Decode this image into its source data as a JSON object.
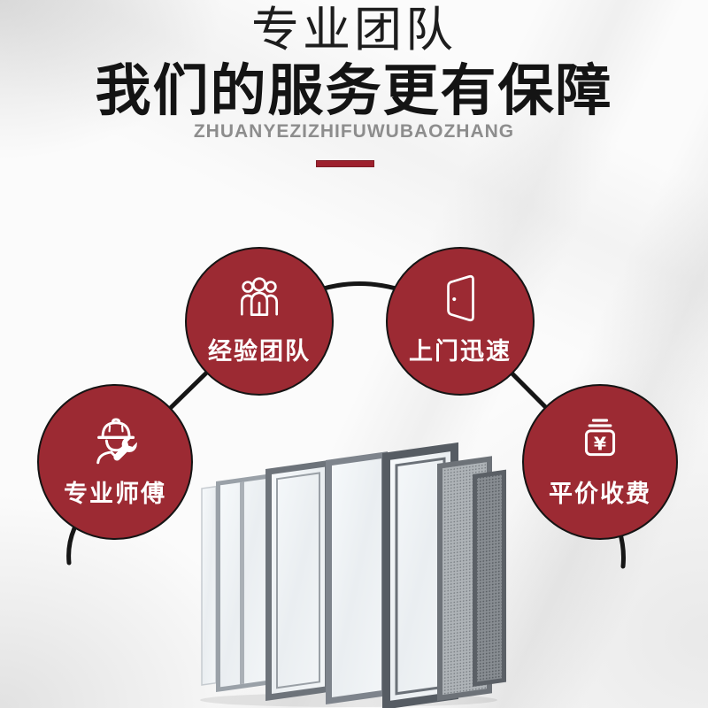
{
  "header": {
    "small_title": "专业团队",
    "main_title": "我们的服务更有保障",
    "subtitle": "ZHUANYEZIZHIFUWUBAOZHANG"
  },
  "colors": {
    "badge_red": "#9c2a33",
    "divider_red": "#9d202d",
    "outline_black": "#141414",
    "title_black": "#141414",
    "subtitle_gray": "#8d8d8d",
    "icon_white": "#ffffff"
  },
  "features": [
    {
      "label": "经验团队",
      "icon": "team-icon"
    },
    {
      "label": "上门迅速",
      "icon": "door-icon"
    },
    {
      "label": "专业师傅",
      "icon": "worker-icon"
    },
    {
      "label": "平价收费",
      "icon": "money-icon",
      "currency_symbol": "¥"
    }
  ],
  "illustration": {
    "name": "aluminum-window-and-screen-panels"
  }
}
